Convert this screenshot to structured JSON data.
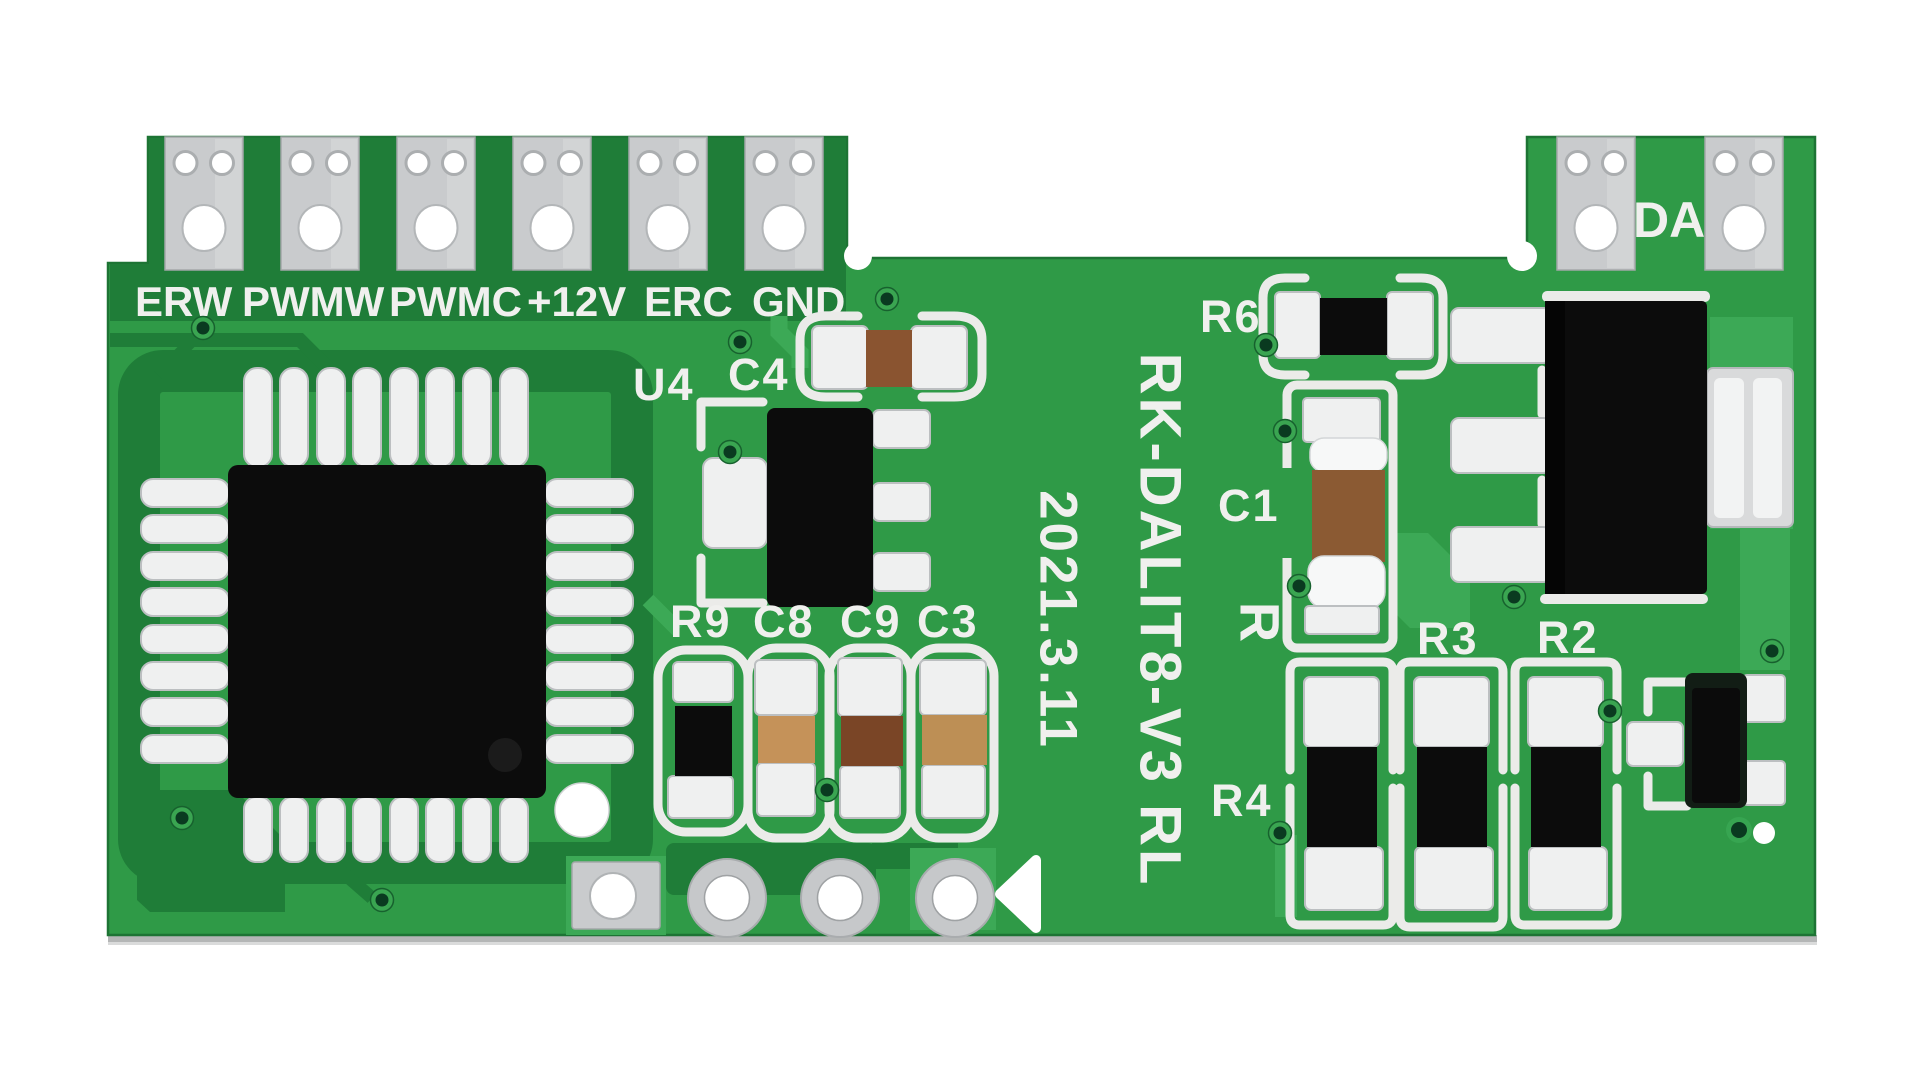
{
  "colors": {
    "board_green": "#2f9a47",
    "dark_trace": "#1f7d38",
    "light_trace": "#3ca956",
    "silkscreen_white": "#eeeeec",
    "pad_metal_gray": "#c9cbcd",
    "component_black": "#0c0c0c",
    "capacitor_brown": "#8b5a33"
  },
  "terminals": {
    "labels_left": [
      "ERW",
      "PWMW",
      "PWMC",
      "+12V",
      "ERC",
      "GND"
    ],
    "label_right": "DA"
  },
  "silkscreen": {
    "designators": {
      "u4": "U4",
      "c4": "C4",
      "r9": "R9",
      "c8": "C8",
      "c9": "C9",
      "c3": "C3",
      "r6": "R6",
      "c1": "C1",
      "r": "R",
      "r3": "R3",
      "r2": "R2",
      "r4": "R4"
    },
    "model": "RK-DALIT8-V3 RL",
    "date": "2021.3.11"
  }
}
